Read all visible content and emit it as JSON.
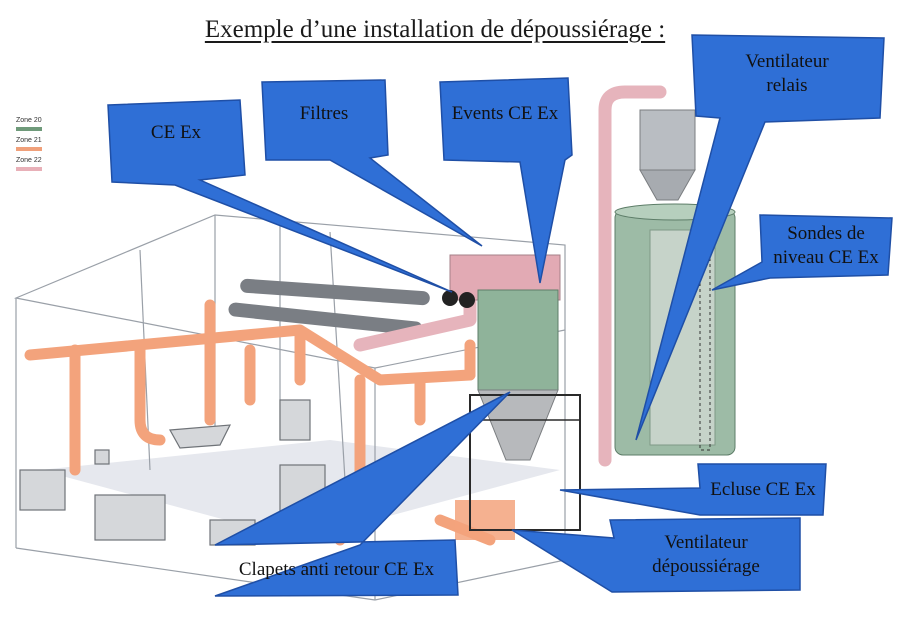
{
  "title": "Exemple d’une installation de dépoussiérage :",
  "legend": [
    {
      "label": "Zone 20",
      "color": "#6f9a7a"
    },
    {
      "label": "Zone 21",
      "color": "#f0a07a"
    },
    {
      "label": "Zone 22",
      "color": "#e8b0b8"
    }
  ],
  "callouts": {
    "ce_ex": "CE Ex",
    "filtres": "Filtres",
    "events": "Events CE Ex",
    "ventilateur_relais": "Ventilateur\nrelais",
    "sondes": "Sondes de\nniveau CE Ex",
    "ecluse": "Ecluse CE Ex",
    "ventilateur_depoussierage": "Ventilateur\ndépoussiérage",
    "clapets": "Clapets anti retour CE Ex"
  },
  "colors": {
    "callout_fill": "#2f6fd6",
    "callout_stroke": "#1f4fa6",
    "zone21_duct": "#f3a37c",
    "zone22_duct": "#e6b4bc",
    "zone20_equipment": "#8fb39a"
  }
}
